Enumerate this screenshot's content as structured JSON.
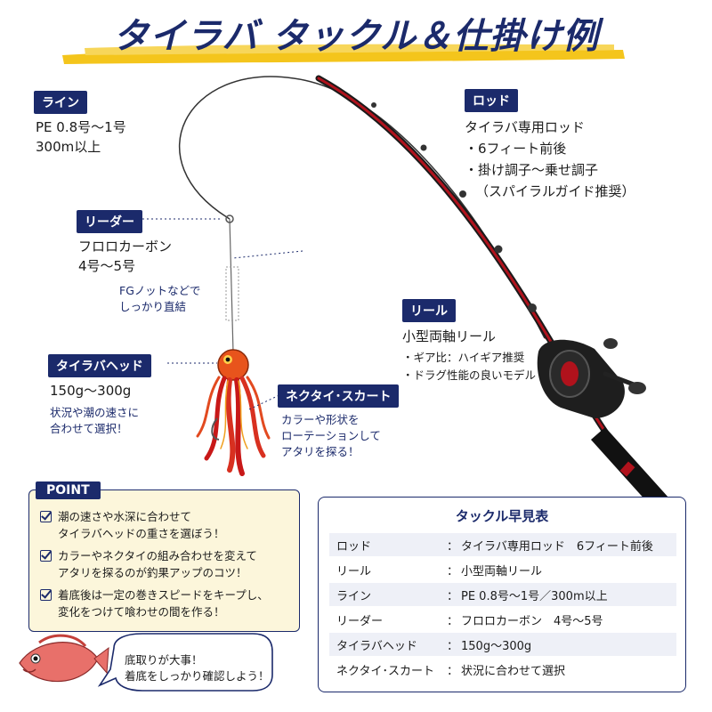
{
  "title": "タイラバ タックル＆仕掛け例",
  "colors": {
    "navy": "#1b2a6b",
    "point_bg": "#fcf6db",
    "rod_red": "#b0121c",
    "head_orange": "#e8541c"
  },
  "line": {
    "tag": "ライン",
    "spec1": "PE 0.8号〜1号",
    "spec2": "300m以上"
  },
  "leader": {
    "tag": "リーダー",
    "spec1": "フロロカーボン",
    "spec2": "4号〜5号",
    "note1": "FGノットなどで",
    "note2": "しっかり直結"
  },
  "head": {
    "tag": "タイラバヘッド",
    "spec": "150g〜300g",
    "note1": "状況や潮の速さに",
    "note2": "合わせて選択！"
  },
  "necktie": {
    "tag": "ネクタイ･スカート",
    "note1": "カラーや形状を",
    "note2": "ローテーションして",
    "note3": "アタリを探る！"
  },
  "rod": {
    "tag": "ロッド",
    "spec1": "タイラバ専用ロッド",
    "spec2": "・6フィート前後",
    "spec3": "・掛け調子〜乗せ調子",
    "spec4": "（スパイラルガイド推奨）"
  },
  "reel": {
    "tag": "リール",
    "spec": "小型両軸リール",
    "note1": "・ギア比：ハイギア推奨",
    "note2": "・ドラグ性能の良いモデル"
  },
  "point": {
    "tag": "POINT",
    "items": [
      {
        "l1": "潮の速さや水深に合わせて",
        "l2": "タイラバヘッドの重さを選ぼう！"
      },
      {
        "l1": "カラーやネクタイの組み合わせを変えて",
        "l2": "アタリを探るのが釣果アップのコツ！"
      },
      {
        "l1": "着底後は一定の巻きスピードをキープし、",
        "l2": "変化をつけて喰わせの間を作る！"
      }
    ]
  },
  "table": {
    "title": "タックル早見表",
    "colon": "：",
    "rows": [
      {
        "k": "ロッド",
        "v": "タイラバ専用ロッド　6フィート前後"
      },
      {
        "k": "リール",
        "v": "小型両軸リール"
      },
      {
        "k": "ライン",
        "v": "PE 0.8号〜1号／300m以上"
      },
      {
        "k": "リーダー",
        "v": "フロロカーボン　4号〜5号"
      },
      {
        "k": "タイラバヘッド",
        "v": "150g〜300g"
      },
      {
        "k": "ネクタイ･スカート",
        "v": "状況に合わせて選択"
      }
    ]
  },
  "bubble": {
    "l1": "底取りが大事！",
    "l2": "着底をしっかり確認しよう！"
  }
}
